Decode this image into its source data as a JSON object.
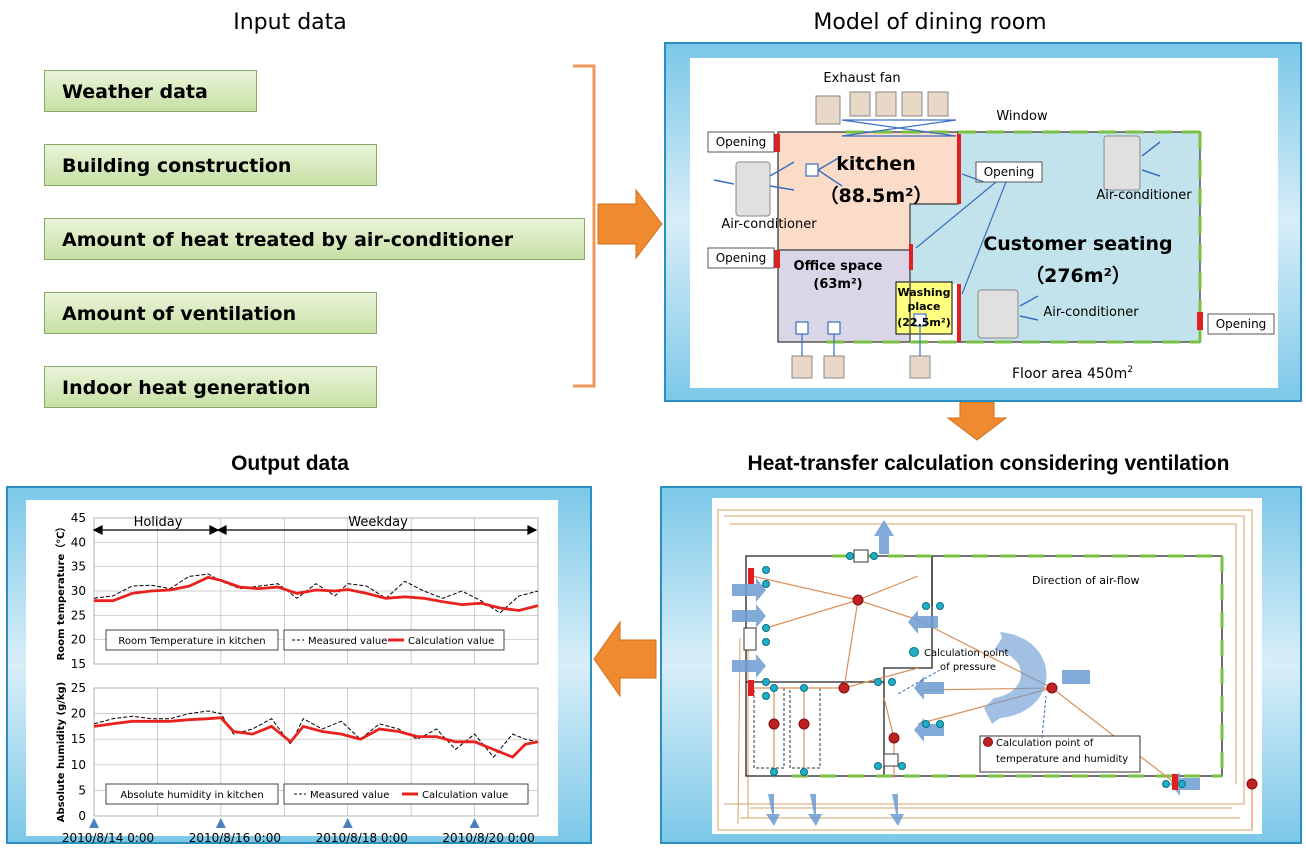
{
  "headings": {
    "input": "Input data",
    "model": "Model of dining room",
    "output": "Output data",
    "heat": "Heat-transfer calculation considering ventilation"
  },
  "inputs": [
    "Weather data",
    "Building construction",
    "Amount of heat treated by air-conditioner",
    "Amount of ventilation",
    "Indoor heat generation"
  ],
  "floorplan": {
    "exhaust_fan": "Exhaust fan",
    "window": "Window",
    "opening": "Opening",
    "kitchen": "kitchen",
    "kitchen_area": "（88.5m²）",
    "air_conditioner": "Air-conditioner",
    "customer_seating": "Customer seating",
    "customer_area": "（276m²）",
    "office_space": "Office space",
    "office_area": "(63m²)",
    "washing_1": "Washing",
    "washing_2": "place",
    "washing_area": "(22.5m²)",
    "floor_area_label": "Floor area 450m",
    "floor_area_sup": "2"
  },
  "network": {
    "direction": "Direction of air-flow",
    "pressure_1": "Calculation point",
    "pressure_2": "of pressure",
    "temp_1": "Calculation point of",
    "temp_2": "temperature and humidity"
  },
  "chart_data": [
    {
      "type": "line",
      "ylabel": "Room temperature（℃）",
      "ylim": [
        15,
        45
      ],
      "yticks": [
        15,
        20,
        25,
        30,
        35,
        40,
        45
      ],
      "x_ticks": [
        "2010/8/14 0:00",
        "2010/8/16 0:00",
        "2010/8/18 0:00",
        "2010/8/20 0:00"
      ],
      "x_range_days": [
        0,
        7
      ],
      "period_labels": [
        "Holiday",
        "Weekday"
      ],
      "box_label": "Room Temperature in kitchen",
      "legend_measured": "Measured value",
      "legend_calc": "Calculation value",
      "series": [
        {
          "name": "Measured value",
          "color": "#000000",
          "dash": true,
          "x": [
            0,
            0.3,
            0.6,
            0.9,
            1.2,
            1.5,
            1.8,
            2,
            2.3,
            2.6,
            2.9,
            3.2,
            3.5,
            3.8,
            4,
            4.3,
            4.6,
            4.9,
            5.2,
            5.5,
            5.8,
            6.1,
            6.4,
            6.7,
            7
          ],
          "y": [
            28.5,
            29,
            31,
            31.2,
            30.5,
            33,
            33.5,
            32,
            30.5,
            31,
            31.5,
            28.5,
            31.5,
            29,
            31.5,
            31,
            28.5,
            32,
            30,
            28.5,
            30,
            28,
            25.5,
            29,
            30
          ]
        },
        {
          "name": "Calculation value",
          "color": "#e8231f",
          "dash": false,
          "x": [
            0,
            0.3,
            0.6,
            0.9,
            1.2,
            1.5,
            1.8,
            2,
            2.3,
            2.6,
            2.9,
            3.2,
            3.5,
            3.8,
            4,
            4.3,
            4.6,
            4.9,
            5.2,
            5.5,
            5.8,
            6.1,
            6.4,
            6.7,
            7
          ],
          "y": [
            28,
            28,
            29.5,
            30,
            30.2,
            31,
            32.8,
            32.2,
            30.8,
            30.5,
            30.8,
            29.5,
            30.2,
            30,
            30.3,
            29.5,
            28.5,
            28.8,
            28.5,
            27.8,
            27.2,
            27.5,
            26.5,
            26,
            27
          ]
        }
      ]
    },
    {
      "type": "line",
      "ylabel": "Absolute humidity (g/kg)",
      "ylim": [
        0,
        25
      ],
      "yticks": [
        0,
        5,
        10,
        15,
        20,
        25
      ],
      "x_ticks": [
        "2010/8/14 0:00",
        "2010/8/16 0:00",
        "2010/8/18 0:00",
        "2010/8/20 0:00"
      ],
      "x_range_days": [
        0,
        7
      ],
      "box_label": "Absolute humidity in kitchen",
      "legend_measured": "Measured value",
      "legend_calc": "Calculation value",
      "series": [
        {
          "name": "Measured value",
          "color": "#000000",
          "dash": true,
          "x": [
            0,
            0.3,
            0.6,
            0.9,
            1.2,
            1.5,
            1.8,
            2,
            2.2,
            2.5,
            2.8,
            3.1,
            3.3,
            3.6,
            3.9,
            4.2,
            4.5,
            4.8,
            5.1,
            5.4,
            5.7,
            6,
            6.3,
            6.6,
            6.8,
            7
          ],
          "y": [
            18,
            19,
            19.5,
            19,
            19,
            20,
            20.5,
            20,
            16,
            17,
            19,
            14,
            19,
            17,
            18.5,
            15,
            18,
            17,
            15,
            17,
            13,
            16,
            11.5,
            16,
            15,
            14.5
          ]
        },
        {
          "name": "Calculation value",
          "color": "#e8231f",
          "dash": false,
          "x": [
            0,
            0.3,
            0.6,
            0.9,
            1.2,
            1.5,
            1.8,
            2,
            2.2,
            2.5,
            2.8,
            3.1,
            3.3,
            3.6,
            3.9,
            4.2,
            4.5,
            4.8,
            5.1,
            5.4,
            5.7,
            6,
            6.3,
            6.6,
            6.8,
            7
          ],
          "y": [
            17.5,
            18,
            18.5,
            18.5,
            18.5,
            18.8,
            19,
            19.2,
            16.5,
            16,
            17.5,
            14.5,
            17.5,
            16.5,
            16,
            15,
            17,
            16.5,
            15.5,
            15.5,
            14.5,
            14.5,
            13,
            11.5,
            14,
            14.5
          ]
        }
      ]
    }
  ]
}
